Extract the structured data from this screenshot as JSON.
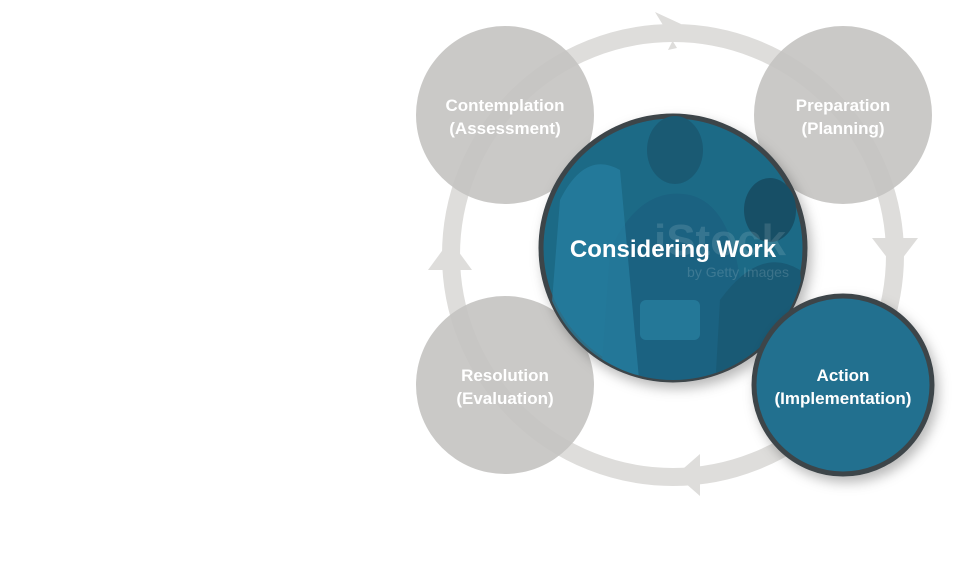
{
  "diagram": {
    "center": {
      "label": "Considering Work"
    },
    "stages": [
      {
        "id": "contemplation",
        "line1": "Contemplation",
        "line2": "(Assessment)",
        "active": false
      },
      {
        "id": "preparation",
        "line1": "Preparation",
        "line2": "(Planning)",
        "active": false
      },
      {
        "id": "action",
        "line1": "Action",
        "line2": "(Implementation)",
        "active": true
      },
      {
        "id": "resolution",
        "line1": "Resolution",
        "line2": "(Evaluation)",
        "active": false
      }
    ],
    "watermark": {
      "line1": "iStock",
      "line2": "by Getty Images"
    },
    "colors": {
      "inactive": "#c4c3c1",
      "active": "#21708f",
      "center": "#1e6a86",
      "ring": "#dedddb",
      "border": "#3d4448"
    }
  }
}
